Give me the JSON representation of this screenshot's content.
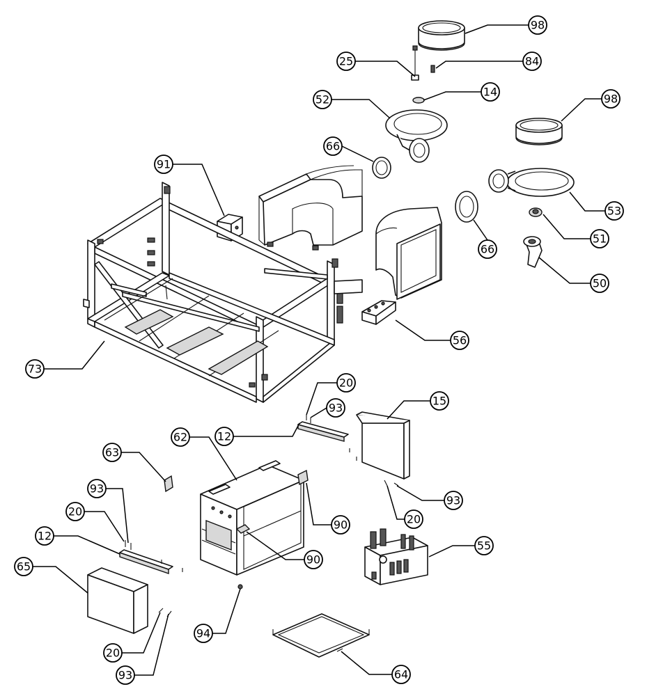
{
  "callouts": [
    {
      "id": "c98a",
      "label": "98"
    },
    {
      "id": "c25",
      "label": "25"
    },
    {
      "id": "c84",
      "label": "84"
    },
    {
      "id": "c14",
      "label": "14"
    },
    {
      "id": "c52",
      "label": "52"
    },
    {
      "id": "c98b",
      "label": "98"
    },
    {
      "id": "c66a",
      "label": "66"
    },
    {
      "id": "c91",
      "label": "91"
    },
    {
      "id": "c53",
      "label": "53"
    },
    {
      "id": "c66b",
      "label": "66"
    },
    {
      "id": "c51",
      "label": "51"
    },
    {
      "id": "c50",
      "label": "50"
    },
    {
      "id": "c56",
      "label": "56"
    },
    {
      "id": "c73",
      "label": "73"
    },
    {
      "id": "c20a",
      "label": "20"
    },
    {
      "id": "c93a",
      "label": "93"
    },
    {
      "id": "c15",
      "label": "15"
    },
    {
      "id": "c62",
      "label": "62"
    },
    {
      "id": "c12a",
      "label": "12"
    },
    {
      "id": "c63",
      "label": "63"
    },
    {
      "id": "c93b",
      "label": "93"
    },
    {
      "id": "c90a",
      "label": "90"
    },
    {
      "id": "c93c",
      "label": "93"
    },
    {
      "id": "c20b",
      "label": "20"
    },
    {
      "id": "c20c",
      "label": "20"
    },
    {
      "id": "c12b",
      "label": "12"
    },
    {
      "id": "c90b",
      "label": "90"
    },
    {
      "id": "c55",
      "label": "55"
    },
    {
      "id": "c65",
      "label": "65"
    },
    {
      "id": "c94",
      "label": "94"
    },
    {
      "id": "c20d",
      "label": "20"
    },
    {
      "id": "c93d",
      "label": "93"
    },
    {
      "id": "c64",
      "label": "64"
    }
  ]
}
